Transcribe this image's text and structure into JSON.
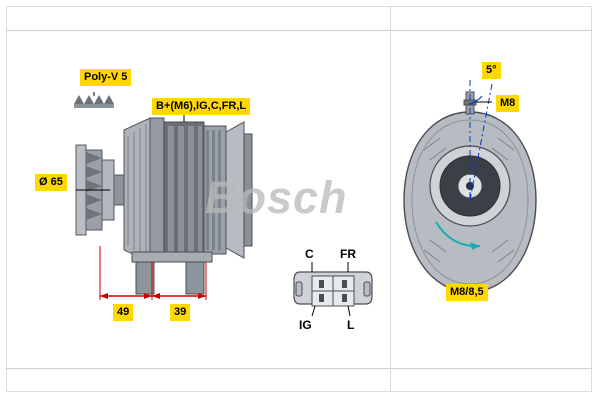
{
  "diagram": {
    "title_watermark": "Bosch",
    "product_type": "alternator-technical-drawing"
  },
  "labels": {
    "poly_v": "Poly-V 5",
    "terminals": "B+(M6),IG,C,FR,L",
    "pulley_diameter": "Ø 65",
    "dim_left": "49",
    "dim_right": "39",
    "angle": "5°",
    "stud_m8": "M8",
    "mount_m8": "M8/8,5"
  },
  "connector": {
    "pin_top_left": "C",
    "pin_top_right": "FR",
    "pin_bottom_left": "IG",
    "pin_bottom_right": "L"
  },
  "colors": {
    "label_bg": "#ffd800",
    "label_text": "#000000",
    "dimension_line": "#cc0000",
    "centerline": "#0033cc",
    "body_dark": "#5a5f66",
    "body_mid": "#8c9199",
    "body_light": "#c3c7cc",
    "watermark": "#b9b9b9",
    "frame": "#dcdcdc"
  }
}
